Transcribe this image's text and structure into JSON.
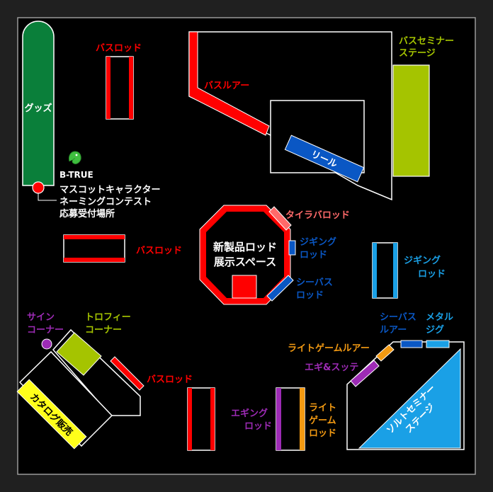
{
  "colors": {
    "red": "#ff0000",
    "green": "#0a7f3a",
    "lime": "#a5c400",
    "blue": "#0a57c4",
    "cyan": "#1aa0e6",
    "pink": "#ff6a6a",
    "purple": "#9d2bb5",
    "orange": "#f39a12",
    "yellow": "#ffff1a",
    "white": "#ffffff"
  },
  "labels": {
    "goods": "グッズ",
    "bass_rod_top": "バスロッド",
    "bass_lure": "バスルアー",
    "bass_seminar_1": "バスセミナー",
    "bass_seminar_2": "ステージ",
    "reel": "リール",
    "logo_text": "B-TRUE",
    "mascot_1": "マスコットキャラクター",
    "mascot_2": "ネーミングコンテスト",
    "mascot_3": "応募受付場所",
    "new_product_1": "新製品ロッド",
    "new_product_2": "展示スペース",
    "bass_rod_left": "バスロッド",
    "tairaba_rod": "タイラバロッド",
    "jigging_rod_1_a": "ジギング",
    "jigging_rod_1_b": "ロッド",
    "seabass_rod_a": "シーバス",
    "seabass_rod_b": "ロッド",
    "jigging_rod_2_a": "ジギング",
    "jigging_rod_2_b": "ロッド",
    "sign_corner_a": "サイン",
    "sign_corner_b": "コーナー",
    "trophy_corner_a": "トロフィー",
    "trophy_corner_b": "コーナー",
    "catalog_sales": "カタログ販売",
    "bass_rod_bottom": "バスロッド",
    "eging_rod_a": "エギング",
    "eging_rod_b": "ロッド",
    "light_game_rod_a": "ライト",
    "light_game_rod_b": "ゲーム",
    "light_game_rod_c": "ロッド",
    "seabass_lure_a": "シーバス",
    "seabass_lure_b": "ルアー",
    "metal_jig_a": "メタル",
    "metal_jig_b": "ジグ",
    "light_game_lure": "ライトゲームルアー",
    "egi_sutte": "エギ&スッテ",
    "salt_seminar_1": "ソルトセミナー",
    "salt_seminar_2": "ステージ"
  }
}
